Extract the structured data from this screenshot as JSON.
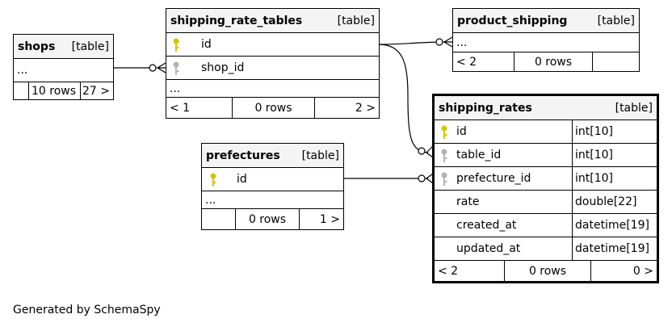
{
  "tables": {
    "shops": {
      "name": "shops",
      "kind": "[table]",
      "ellipsis": "...",
      "rows": "10 rows",
      "children": "27 >"
    },
    "shipping_rate_tables": {
      "name": "shipping_rate_tables",
      "kind": "[table]",
      "columns": [
        {
          "name": "id",
          "key": "primary"
        },
        {
          "name": "shop_id",
          "key": "foreign"
        }
      ],
      "ellipsis": "...",
      "parents": "< 1",
      "rows": "0 rows",
      "children": "2 >"
    },
    "product_shipping": {
      "name": "product_shipping",
      "kind": "[table]",
      "ellipsis": "...",
      "parents": "< 2",
      "rows": "0 rows"
    },
    "prefectures": {
      "name": "prefectures",
      "kind": "[table]",
      "columns": [
        {
          "name": "id",
          "key": "primary"
        }
      ],
      "ellipsis": "...",
      "rows": "0 rows",
      "children": "1 >"
    },
    "shipping_rates": {
      "name": "shipping_rates",
      "kind": "[table]",
      "columns": [
        {
          "name": "id",
          "type": "int[10]",
          "key": "primary"
        },
        {
          "name": "table_id",
          "type": "int[10]",
          "key": "foreign"
        },
        {
          "name": "prefecture_id",
          "type": "int[10]",
          "key": "foreign"
        },
        {
          "name": "rate",
          "type": "double[22]",
          "key": "none"
        },
        {
          "name": "created_at",
          "type": "datetime[19]",
          "key": "none"
        },
        {
          "name": "updated_at",
          "type": "datetime[19]",
          "key": "none"
        }
      ],
      "parents": "< 2",
      "rows": "0 rows",
      "children": "0 >"
    }
  },
  "colors": {
    "primary_key": "#d6c400",
    "foreign_key": "#b3b3b3",
    "header_bg": "#f4f4f4",
    "line": "#000000"
  },
  "caption": "Generated by SchemaSpy"
}
